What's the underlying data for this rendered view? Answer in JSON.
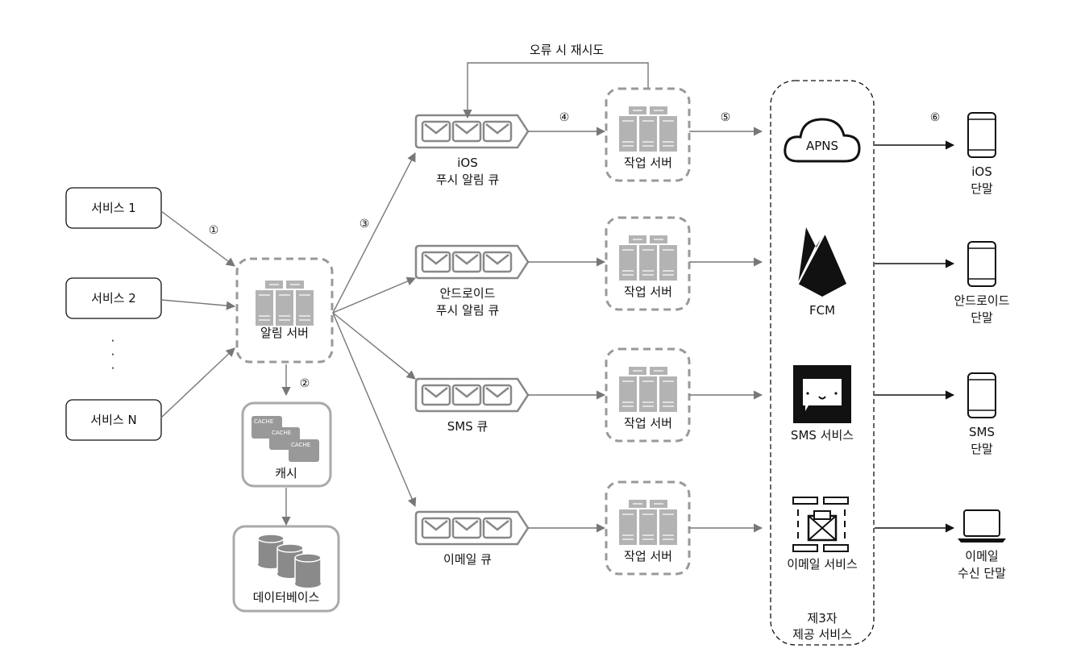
{
  "services": [
    "서비스 1",
    "서비스 2",
    "서비스 N"
  ],
  "service_ellipsis": "·",
  "steps": [
    "①",
    "②",
    "③",
    "④",
    "⑤",
    "⑥"
  ],
  "notification_server": {
    "label": "알림 서버",
    "icon": "server-rack-icon"
  },
  "cache": {
    "label": "캐시",
    "chip_text": "CACHE",
    "icon": "cache-icon"
  },
  "database": {
    "label": "데이터베이스",
    "icon": "database-icon"
  },
  "retry_label": "오류 시 재시도",
  "queues": [
    {
      "lines": [
        "iOS",
        "푸시 알림 큐"
      ]
    },
    {
      "lines": [
        "안드로이드",
        "푸시 알림 큐"
      ]
    },
    {
      "lines": [
        "SMS 큐"
      ]
    },
    {
      "lines": [
        "이메일 큐"
      ]
    }
  ],
  "worker_label": "작업 서버",
  "third_party": {
    "lines": [
      "제3자",
      "제공 서비스"
    ],
    "providers": [
      {
        "label": "APNS",
        "icon": "cloud-icon"
      },
      {
        "label": "FCM",
        "icon": "firebase-icon"
      },
      {
        "label": "SMS 서비스",
        "icon": "chat-bubble-icon"
      },
      {
        "label": "이메일 서비스",
        "icon": "email-server-icon"
      }
    ]
  },
  "devices": [
    {
      "lines": [
        "iOS",
        "단말"
      ],
      "icon": "phone-icon"
    },
    {
      "lines": [
        "안드로이드",
        "단말"
      ],
      "icon": "phone-icon"
    },
    {
      "lines": [
        "SMS",
        "단말"
      ],
      "icon": "phone-icon"
    },
    {
      "lines": [
        "이메일",
        "수신 단말"
      ],
      "icon": "laptop-icon"
    }
  ],
  "colors": {
    "gray_arrow": "#777777",
    "dash_border": "#999999",
    "server_gray": "#b3b3b3",
    "black": "#111111"
  }
}
